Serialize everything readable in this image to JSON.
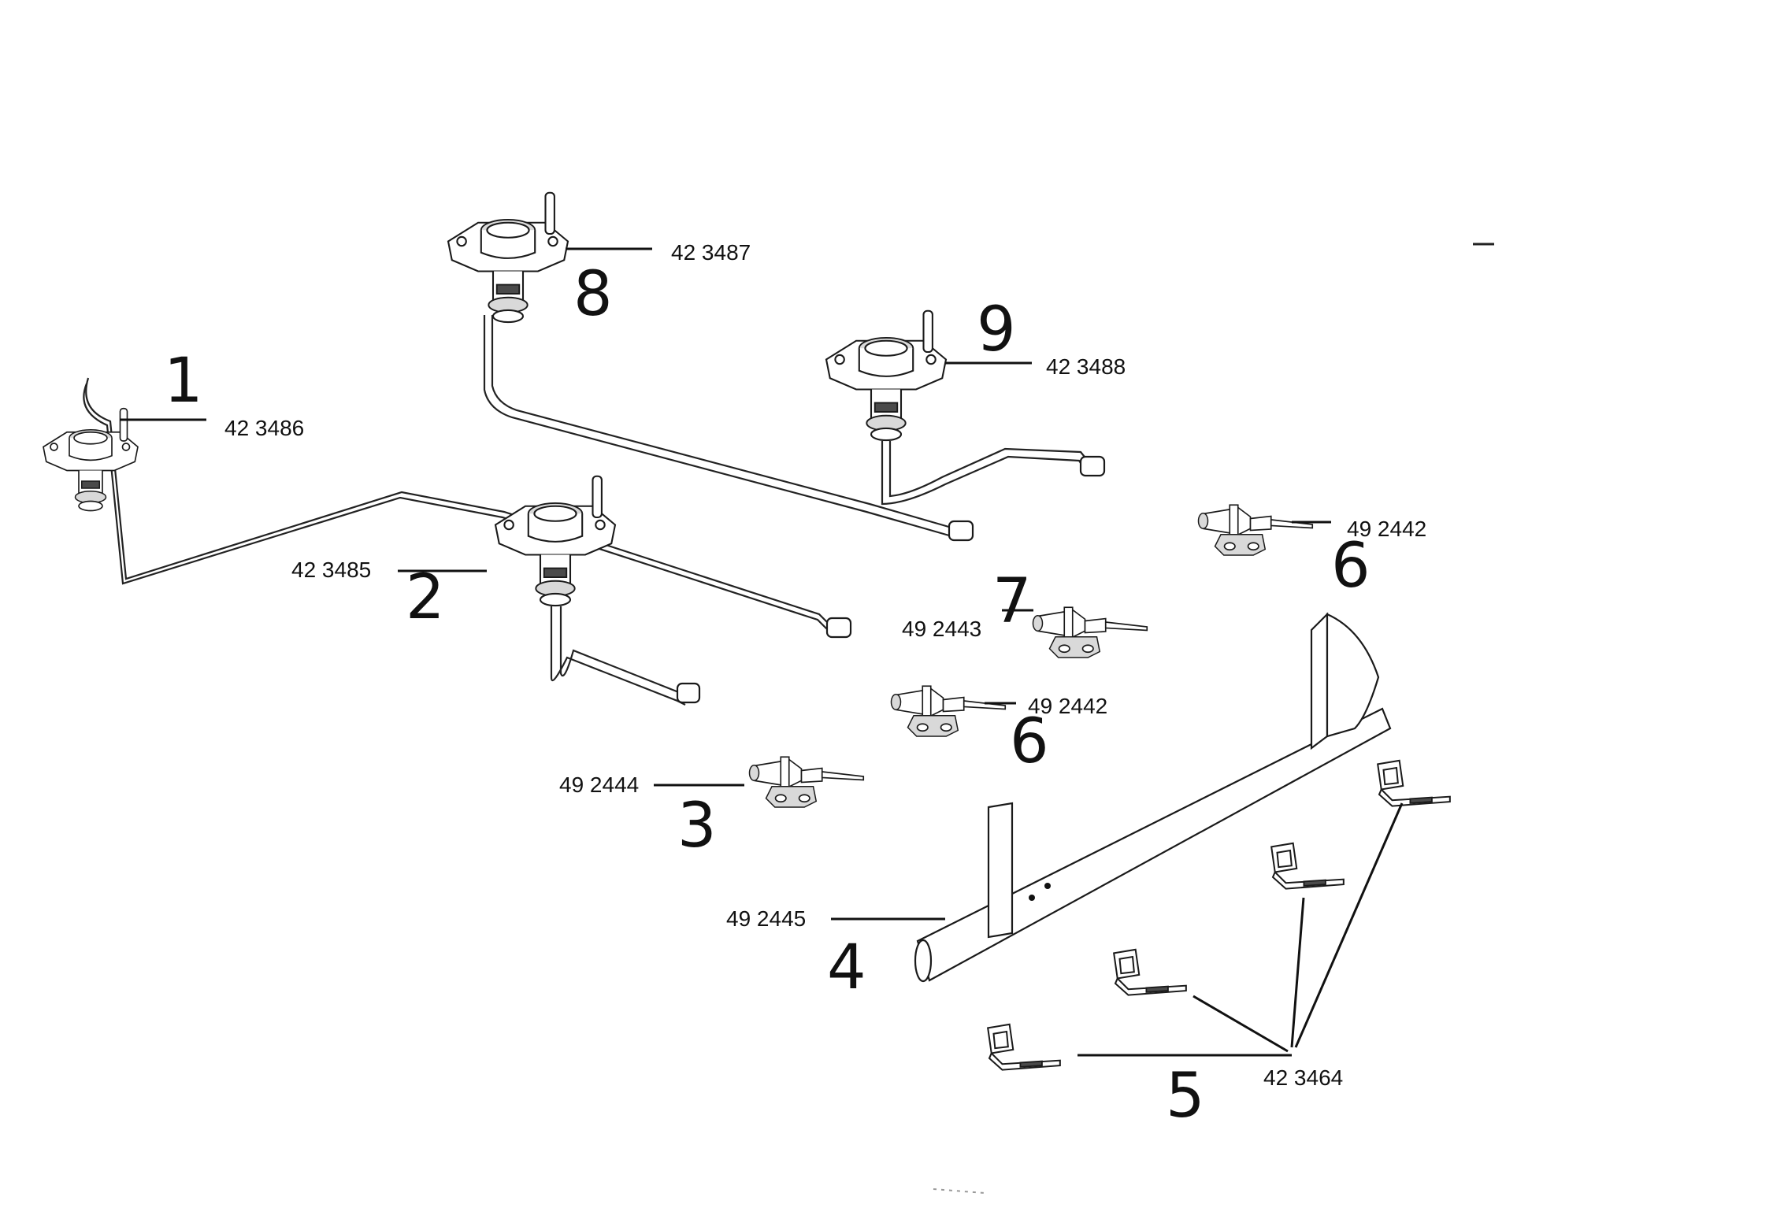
{
  "parts": [
    {
      "callout": "1",
      "number": "42 3486",
      "icon": "burner-valve-icon"
    },
    {
      "callout": "2",
      "number": "42 3485",
      "icon": "burner-valve-icon"
    },
    {
      "callout": "3",
      "number": "49 2444",
      "icon": "gas-valve-icon"
    },
    {
      "callout": "4",
      "number": "49 2445",
      "icon": "manifold-pipe-icon"
    },
    {
      "callout": "5",
      "number": "42 3464",
      "icon": "mounting-clip-icon"
    },
    {
      "callout": "6",
      "number": "49 2442",
      "icon": "gas-valve-icon"
    },
    {
      "callout": "6",
      "number": "49 2442",
      "icon": "gas-valve-icon"
    },
    {
      "callout": "7",
      "number": "49 2443",
      "icon": "gas-valve-icon"
    },
    {
      "callout": "8",
      "number": "42 3487",
      "icon": "burner-valve-icon"
    },
    {
      "callout": "9",
      "number": "42 3488",
      "icon": "burner-valve-icon"
    }
  ],
  "colors": {
    "ink": "#111111",
    "background": "#ffffff"
  }
}
